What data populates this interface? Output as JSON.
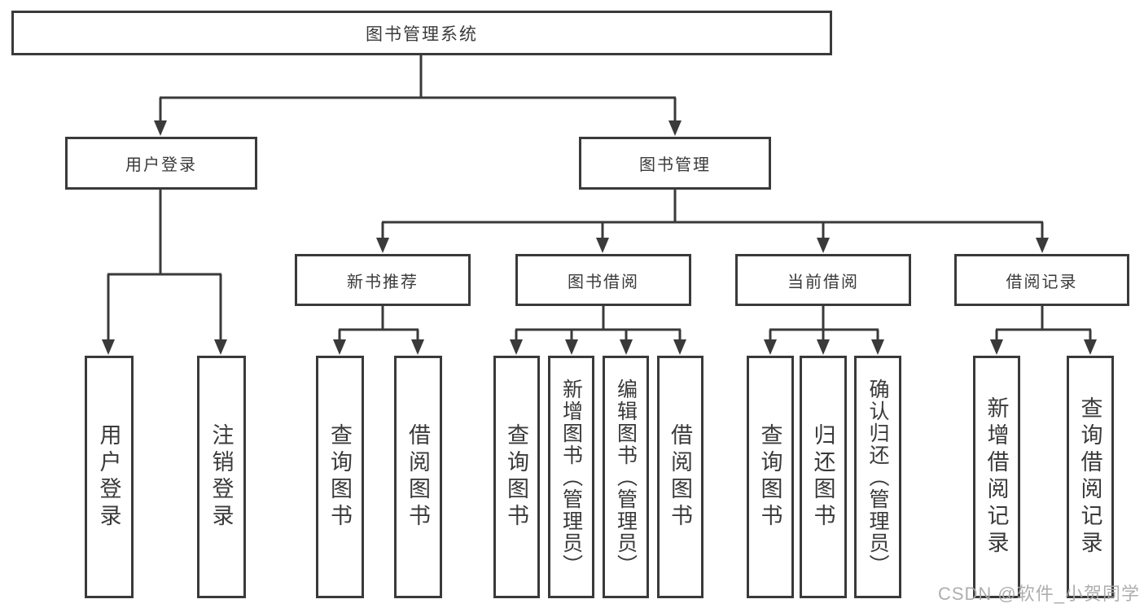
{
  "diagram": {
    "root": {
      "label": "图书管理系统"
    },
    "branches": [
      {
        "label": "用户登录",
        "children": [
          {
            "label": "用户登录"
          },
          {
            "label": "注销登录"
          }
        ]
      },
      {
        "label": "图书管理",
        "children": [
          {
            "label": "新书推荐",
            "children": [
              {
                "label": "查询图书"
              },
              {
                "label": "借阅图书"
              }
            ]
          },
          {
            "label": "图书借阅",
            "children": [
              {
                "label": "查询图书"
              },
              {
                "label": "新增图书（管理员）"
              },
              {
                "label": "编辑图书（管理员）"
              },
              {
                "label": "借阅图书"
              }
            ]
          },
          {
            "label": "当前借阅",
            "children": [
              {
                "label": "查询图书"
              },
              {
                "label": "归还图书"
              },
              {
                "label": "确认归还（管理员）"
              }
            ]
          },
          {
            "label": "借阅记录",
            "children": [
              {
                "label": "新增借阅记录"
              },
              {
                "label": "查询借阅记录"
              }
            ]
          }
        ]
      }
    ],
    "watermark": "CSDN @软件_小贺同学",
    "colors": {
      "line": "#3a3a3a",
      "text": "#3a3a3a",
      "watermark": "#a8a8a8",
      "background": "#ffffff"
    }
  }
}
